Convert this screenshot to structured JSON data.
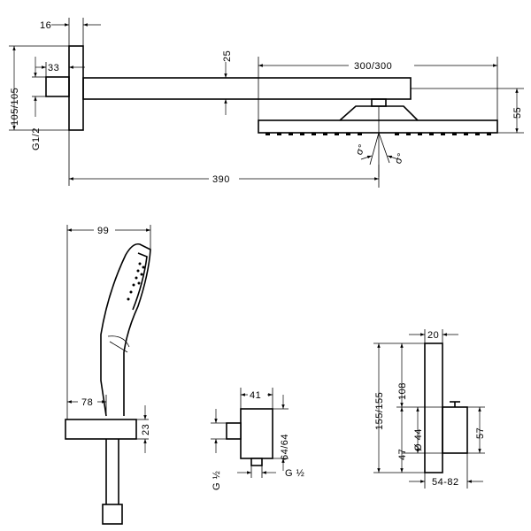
{
  "overhead_shower": {
    "dim_plate_width": "16",
    "dim_height": "105/105",
    "dim_arm_stub": "33",
    "dim_thread": "G1/2",
    "dim_arm_thickness": "25",
    "dim_head_size": "300/300",
    "dim_head_height": "55",
    "dim_tilt_left": "σ°",
    "dim_tilt_right": "σ°",
    "dim_arm_length": "390"
  },
  "hand_shower": {
    "dim_width": "99",
    "dim_holder_offset": "78",
    "dim_holder_height": "23"
  },
  "wall_outlet": {
    "dim_width": "41",
    "dim_height": "64/64",
    "dim_thread_left": "G ½",
    "dim_thread_right": "G ½"
  },
  "thermostat": {
    "dim_depth": "20",
    "dim_total_height": "155/155",
    "dim_upper": "108",
    "dim_diameter": "Ø 44",
    "dim_lower": "47",
    "dim_knob_height": "57",
    "dim_projection": "54-82"
  }
}
